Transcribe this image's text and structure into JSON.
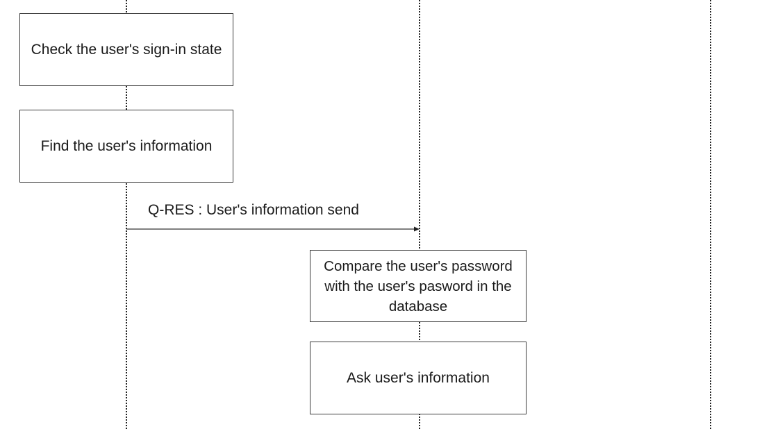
{
  "lifelines": [
    "left",
    "middle",
    "right"
  ],
  "activities": [
    {
      "id": "check-sign-in-state",
      "text": "Check the user's sign-in state"
    },
    {
      "id": "find-user-information",
      "text": "Find the user's information"
    },
    {
      "id": "compare-password",
      "text": "Compare the user's password with the user's pasword in the database"
    },
    {
      "id": "ask-user-information",
      "text": "Ask user's information"
    }
  ],
  "messages": [
    {
      "id": "q-res-message",
      "label": "Q-RES : User's information send",
      "from": "left",
      "to": "middle"
    }
  ]
}
